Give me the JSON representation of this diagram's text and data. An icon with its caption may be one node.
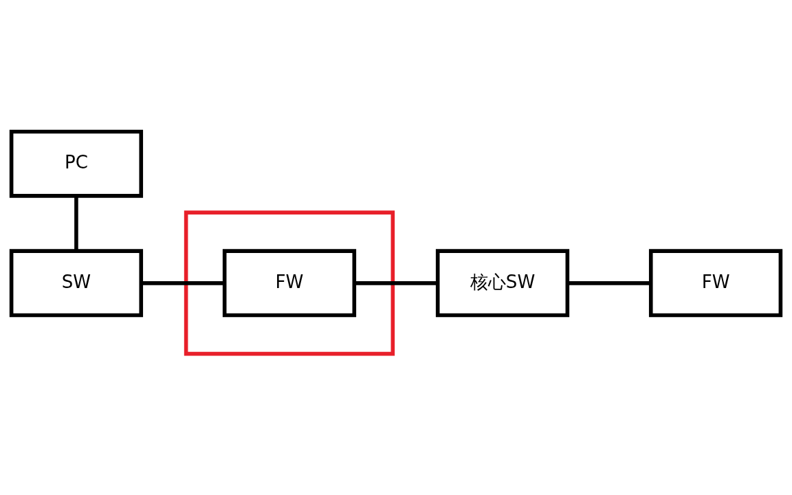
{
  "diagram": {
    "nodes": [
      {
        "text": [
          "PC"
        ]
      },
      {
        "text": [
          "SW"
        ]
      },
      {
        "text": [],
        "shape": "box"
      },
      {
        "text": [
          "FW"
        ],
        "in": 2
      },
      {
        "text": [
          "核心SW"
        ]
      },
      {
        "text": [
          "FW"
        ]
      }
    ],
    "edges": [
      {
        "from": 0,
        "to": 1,
        "arrow": "none"
      },
      {
        "from": 1,
        "to": 3,
        "arrow": "none"
      },
      {
        "from": 3,
        "to": 4,
        "arrow": "none"
      },
      {
        "from": 4,
        "to": 5,
        "arrow": "none"
      }
    ]
  }
}
